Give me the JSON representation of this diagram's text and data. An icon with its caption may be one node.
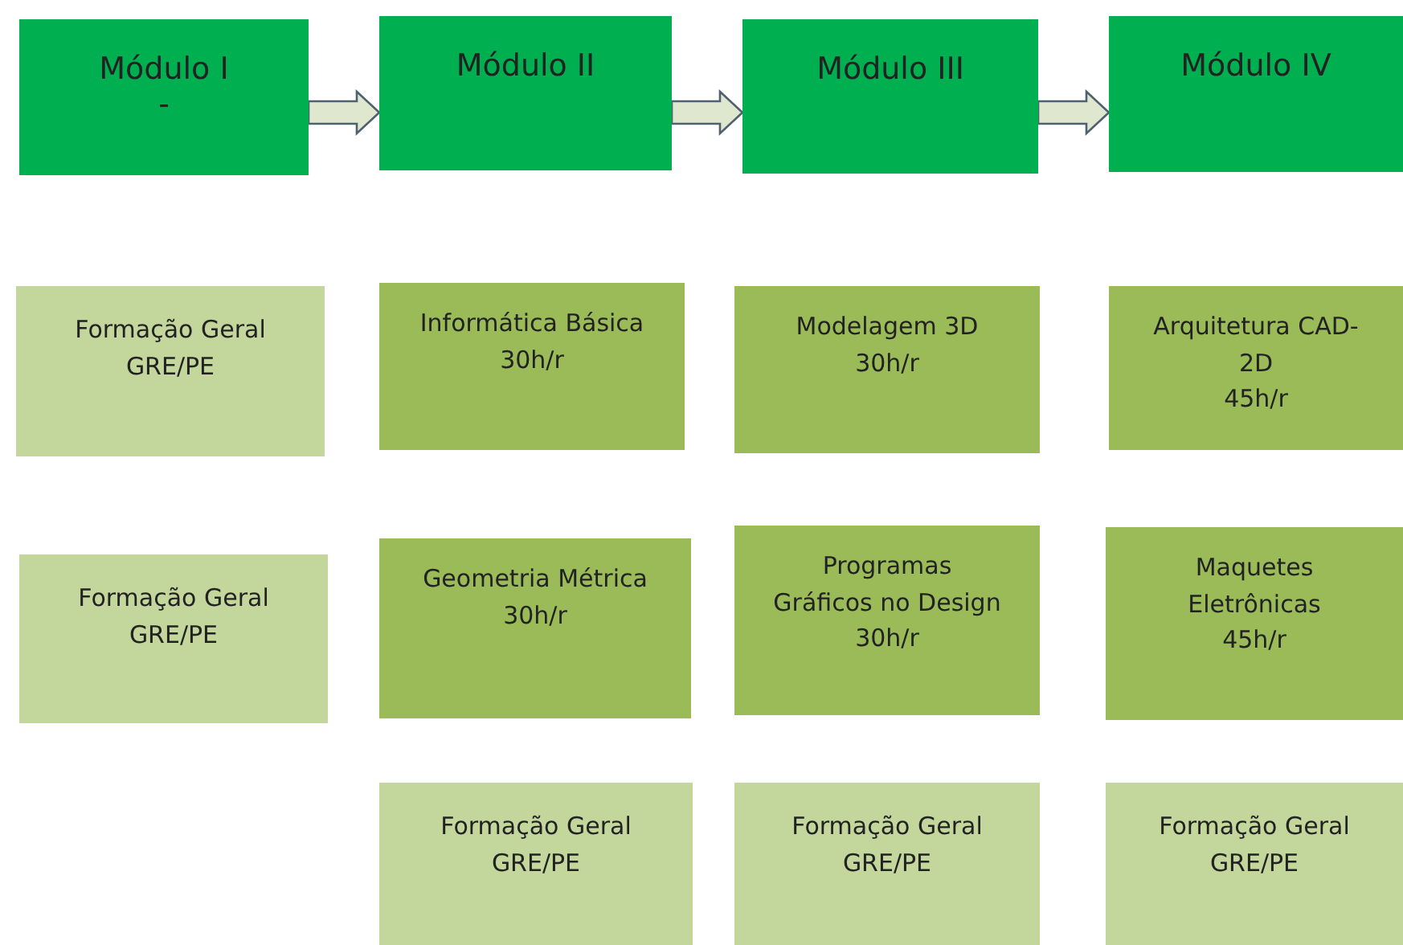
{
  "diagram": {
    "nodes": [
      {
        "text": [
          "Módulo I",
          "-"
        ]
      },
      {
        "text": [
          "Módulo II"
        ]
      },
      {
        "text": [
          "Módulo III"
        ]
      },
      {
        "text": [
          "Módulo IV"
        ]
      },
      {
        "text": [
          "Formação Geral GRE/PE"
        ]
      },
      {
        "text": [
          "Informática Básica",
          "30h/r"
        ]
      },
      {
        "text": [
          "Modelagem 3D",
          "30h/r"
        ]
      },
      {
        "text": [
          "Arquitetura CAD-2D",
          "45h/r"
        ]
      },
      {
        "text": [
          "Formação Geral GRE/PE"
        ]
      },
      {
        "text": [
          "Geometria Métrica",
          "30h/r"
        ]
      },
      {
        "text": [
          "Programas Gráficos no Design",
          "30h/r"
        ]
      },
      {
        "text": [
          "Maquetes Eletrônicas",
          "45h/r"
        ]
      },
      {
        "text": [
          "Formação Geral GRE/PE"
        ]
      },
      {
        "text": [
          "Formação Geral GRE/PE"
        ]
      },
      {
        "text": [
          "Formação Geral GRE/PE"
        ]
      }
    ],
    "edges": [
      {
        "from": 0,
        "to": 1,
        "arrow": "to"
      },
      {
        "from": 1,
        "to": 2,
        "arrow": "to"
      },
      {
        "from": 2,
        "to": 3,
        "arrow": "to"
      }
    ]
  }
}
